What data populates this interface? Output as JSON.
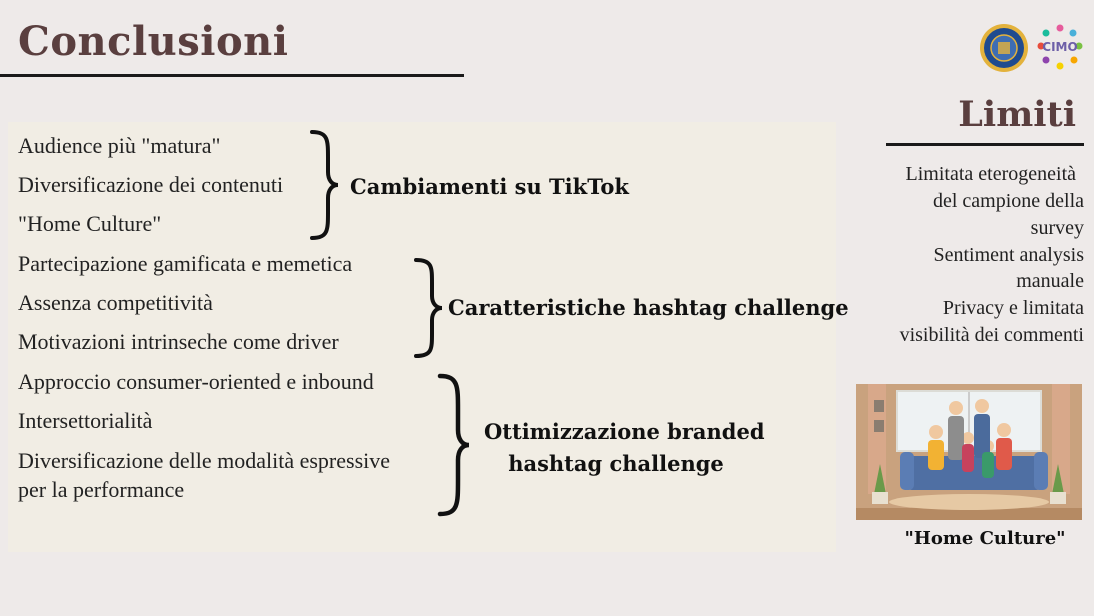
{
  "slide": {
    "title": "Conclusioni"
  },
  "groups": [
    {
      "label_lines": [
        "Cambiamenti su TikTok"
      ],
      "items": [
        "Audience più \"matura\"",
        "Diversificazione dei contenuti",
        "\"Home Culture\""
      ]
    },
    {
      "label_lines": [
        "Caratteristiche hashtag challenge"
      ],
      "items": [
        "Partecipazione gamificata e memetica",
        "Assenza competitività",
        "Motivazioni intrinseche come driver"
      ]
    },
    {
      "label_lines": [
        "Ottimizzazione branded",
        "hashtag challenge"
      ],
      "items": [
        "Approccio consumer-oriented e inbound",
        "Intersettorialità",
        "Diversificazione delle modalità espressive",
        "per la performance"
      ]
    }
  ],
  "limiti": {
    "title": "Limiti",
    "lines": [
      "Limitata eterogeneità",
      "del campione della",
      "survey",
      "Sentiment analysis",
      "manuale",
      "Privacy e limitata",
      "visibilità dei commenti"
    ]
  },
  "image": {
    "caption": "\"Home Culture\""
  },
  "logos": {
    "second_logo_text": "CIMO"
  },
  "colors": {
    "background": "#eeeae9",
    "panel": "#f1ede4",
    "heading": "#5a3f3f",
    "rule": "#1a1a1a"
  }
}
